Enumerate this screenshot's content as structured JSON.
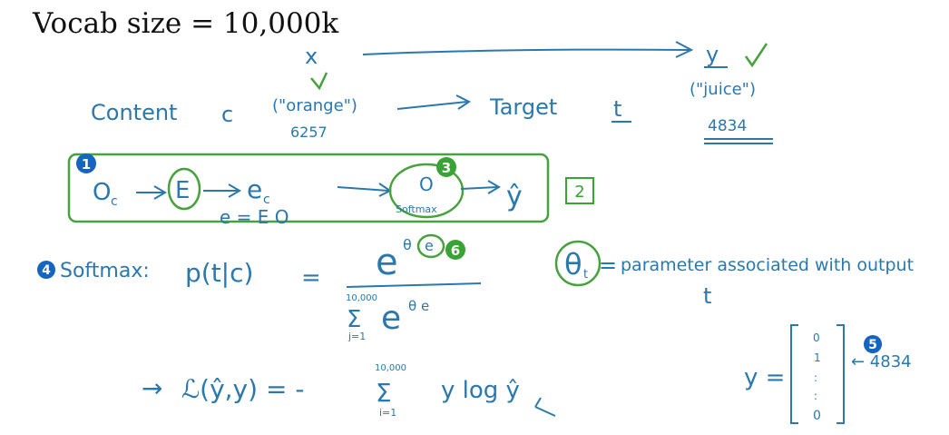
{
  "title": "Vocab size = 10,000k",
  "top_row": {
    "x_label": "x",
    "y_label": "y"
  },
  "context_row": {
    "content_label": "Content",
    "c_label": "c",
    "word": "(\"orange\")",
    "word_index": "6257",
    "target_label": "Target",
    "t_label": "t",
    "target_word": "(\"juice\")",
    "target_index": "4834"
  },
  "pipeline": {
    "o_c": "O",
    "o_c_sub": "c",
    "E": "E",
    "e_c": "e",
    "e_c_sub": "c",
    "e_c_eq": "e = E O",
    "o_softmax": "O",
    "softmax_label": "Softmax",
    "y_hat": "ŷ"
  },
  "softmax": {
    "label": "Softmax:",
    "lhs": "p(t|c)",
    "equals": "=",
    "numerator": "e",
    "numerator_exp": "θ",
    "numerator_exp_rest": "e",
    "sum_upper": "10,000",
    "sum_sym": "Σ",
    "sum_lower": "j=1",
    "den_e": "e",
    "den_exp": "θ e"
  },
  "theta_note": {
    "theta": "θ",
    "theta_sub": "t",
    "eq": "=",
    "text": "parameter associated with output",
    "text_t": "t"
  },
  "loss": {
    "arrow": "→",
    "lhs": "ℒ(ŷ,y) = -",
    "sum_upper": "10,000",
    "sum_sym": "Σ",
    "sum_lower": "i=1",
    "rhs": "y log ŷ"
  },
  "onehot": {
    "lhs": "y =",
    "entries": [
      "0",
      "1",
      ":",
      ":",
      "0"
    ],
    "pointer": "← 4834"
  },
  "badges": [
    {
      "label": "1",
      "color": "#1565c0"
    },
    {
      "label": "2",
      "color": "#3aa335"
    },
    {
      "label": "3",
      "color": "#3aa335"
    },
    {
      "label": "4",
      "color": "#1565c0"
    },
    {
      "label": "5",
      "color": "#1565c0"
    },
    {
      "label": "6",
      "color": "#3aa335"
    }
  ],
  "colors": {
    "ink": "#2b78ad",
    "highlight": "#47a13c"
  }
}
